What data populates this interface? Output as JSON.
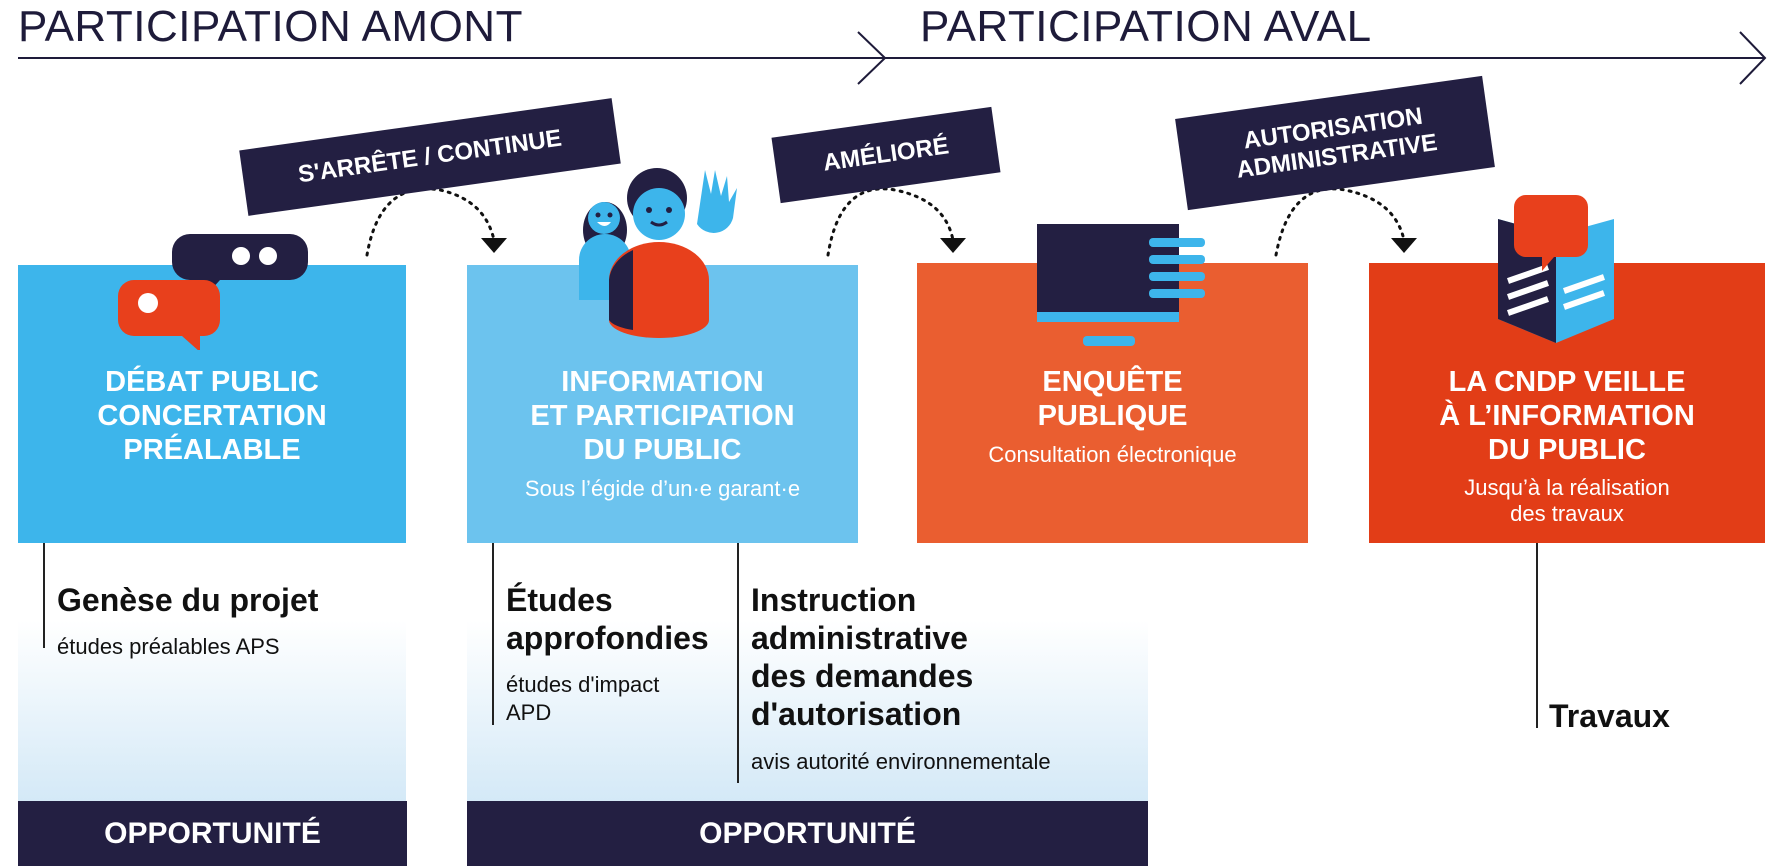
{
  "phases": {
    "upstream": "PARTICIPATION AMONT",
    "downstream": "PARTICIPATION AVAL"
  },
  "transitions": [
    {
      "label": "S'ARRÊTE / CONTINUE"
    },
    {
      "label": "AMÉLIORÉ"
    },
    {
      "label": "AUTORISATION\nADMINISTRATIVE"
    }
  ],
  "boxes": [
    {
      "title": "DÉBAT PUBLIC\nCONCERTATION\nPRÉALABLE",
      "subtitle": "",
      "color": "#3db5eb"
    },
    {
      "title": "INFORMATION\nET PARTICIPATION\nDU PUBLIC",
      "subtitle": "Sous l’égide d’un·e garant·e",
      "color": "#6cc3ee"
    },
    {
      "title": "ENQUÊTE\nPUBLIQUE",
      "subtitle": "Consultation électronique",
      "color": "#ea5e30"
    },
    {
      "title": "LA CNDP VEILLE\nÀ L’INFORMATION\nDU PUBLIC",
      "subtitle": "Jusqu’à la réalisation\ndes travaux",
      "color": "#e23d17"
    }
  ],
  "stages": [
    {
      "title": "Genèse du projet",
      "subtitle": "études préalables APS"
    },
    {
      "title": "Études\napprofondies",
      "subtitle": "études d'impact\nAPD"
    },
    {
      "title": "Instruction\nadministrative\ndes demandes\nd'autorisation",
      "subtitle": "avis autorité environnementale"
    },
    {
      "title": "Travaux",
      "subtitle": ""
    }
  ],
  "opportunity": [
    "OPPORTUNITÉ",
    "OPPORTUNITÉ"
  ],
  "colors": {
    "navy": "#231f42",
    "blue": "#3db5eb",
    "light_blue": "#6cc3ee",
    "orange": "#ea5e30",
    "red": "#e23d17",
    "cream": "#fdf2e0"
  },
  "icons": [
    "chat-bubbles-icon",
    "people-waving-icon",
    "monitor-icon",
    "newspaper-chat-icon"
  ]
}
